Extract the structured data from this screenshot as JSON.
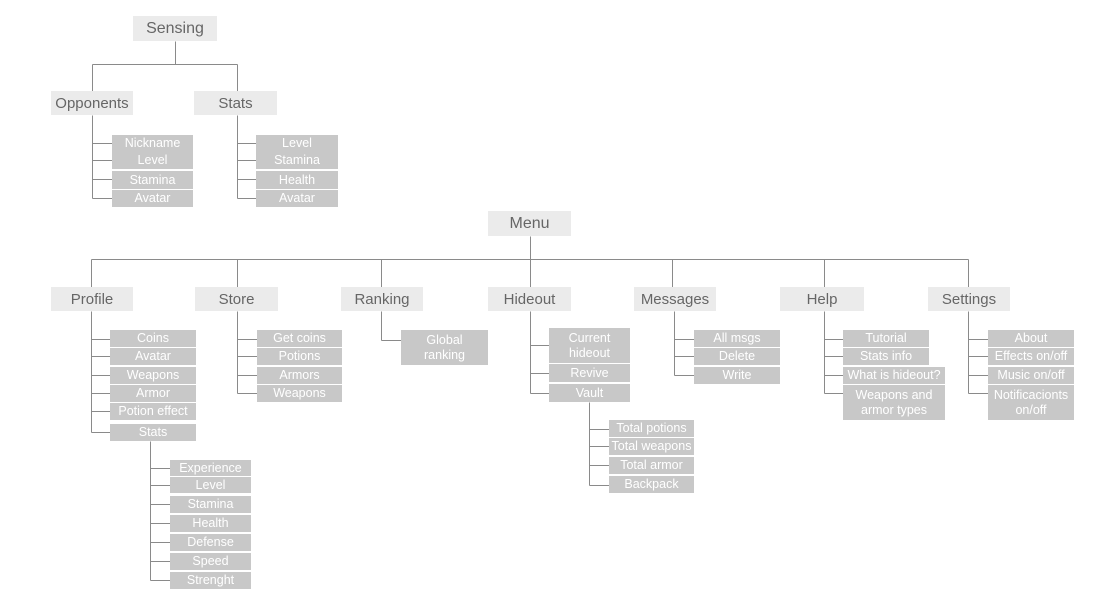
{
  "sensing": {
    "title": "Sensing",
    "opponents": {
      "label": "Opponents",
      "items": [
        "Nickname",
        "Level",
        "Stamina",
        "Avatar"
      ]
    },
    "stats": {
      "label": "Stats",
      "items": [
        "Level",
        "Stamina",
        "Health",
        "Avatar"
      ]
    }
  },
  "menu": {
    "title": "Menu",
    "profile": {
      "label": "Profile",
      "items": [
        "Coins",
        "Avatar",
        "Weapons",
        "Armor",
        "Potion effect",
        "Stats"
      ],
      "stats_items": [
        "Experience",
        "Level",
        "Stamina",
        "Health",
        "Defense",
        "Speed",
        "Strenght"
      ]
    },
    "store": {
      "label": "Store",
      "items": [
        "Get coins",
        "Potions",
        "Armors",
        "Weapons"
      ]
    },
    "ranking": {
      "label": "Ranking",
      "items": [
        "Global ranking"
      ]
    },
    "hideout": {
      "label": "Hideout",
      "items": [
        "Current hideout",
        "Revive",
        "Vault"
      ],
      "vault_items": [
        "Total potions",
        "Total weapons",
        "Total armor",
        "Backpack"
      ]
    },
    "messages": {
      "label": "Messages",
      "items": [
        "All msgs",
        "Delete",
        "Write"
      ]
    },
    "help": {
      "label": "Help",
      "items": [
        "Tutorial",
        "Stats info",
        "What is hideout?",
        "Weapons and armor types"
      ]
    },
    "settings": {
      "label": "Settings",
      "items": [
        "About",
        "Effects on/off",
        "Music on/off",
        "Notificacionts on/off"
      ]
    }
  }
}
